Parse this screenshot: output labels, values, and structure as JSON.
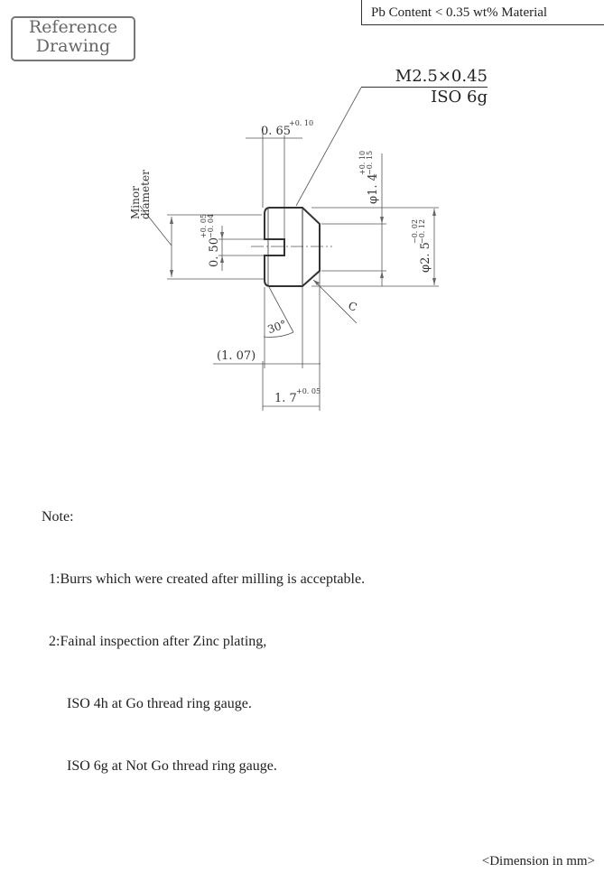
{
  "reference_label": [
    "Reference",
    "Drawing"
  ],
  "material_note": "Pb Content < 0.35 wt% Material",
  "thread_spec": {
    "size": "M2.5×0.45",
    "tolerance": "ISO 6g"
  },
  "dimensions": {
    "slot_depth": {
      "value": "0. 65",
      "tol": "+0. 10"
    },
    "minor_diameter": [
      "Minor",
      "diameter"
    ],
    "slot_width": {
      "value": "0. 50",
      "tol_upper": "+0. 05",
      "tol_lower": "−0. 04"
    },
    "chamfer_dia": {
      "value": "φ1. 4",
      "tol_upper": "+0. 10",
      "tol_lower": "−0. 15"
    },
    "outer_dia": {
      "value": "φ2. 5",
      "tol_upper": "−0. 02",
      "tol_lower": "−0. 12"
    },
    "chamfer": "C",
    "angle": "30°",
    "ref_length": "(1. 07)",
    "length": {
      "value": "1. 7",
      "tol": "+0. 05"
    }
  },
  "notes": {
    "title": "Note:",
    "items": [
      "  1:Burrs which were created after milling is acceptable.",
      "  2:Fainal inspection after Zinc plating,",
      "       ISO 4h at Go thread ring gauge.",
      "       ISO 6g at Not Go thread ring gauge."
    ]
  },
  "unit_note": "<Dimension in mm>"
}
